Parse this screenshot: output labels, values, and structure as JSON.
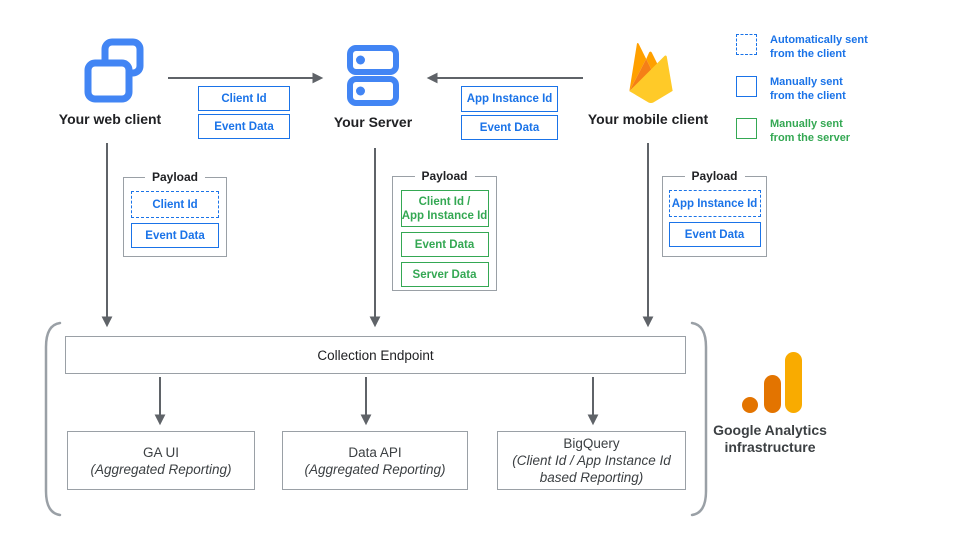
{
  "nodes": {
    "web": {
      "label": "Your web client",
      "icon": "overlapping-windows-icon"
    },
    "server": {
      "label": "Your Server",
      "icon": "server-stack-icon"
    },
    "mobile": {
      "label": "Your mobile client",
      "icon": "firebase-flame-icon"
    }
  },
  "edges": {
    "web_to_server": {
      "labels": [
        {
          "text": "Client Id"
        },
        {
          "text": "Event Data"
        }
      ]
    },
    "mobile_to_server": {
      "labels": [
        {
          "text": "App Instance Id"
        },
        {
          "text": "Event Data"
        }
      ]
    }
  },
  "legend": {
    "items": [
      {
        "line1": "Automatically sent",
        "line2": "from the client",
        "style": "dashed-blue"
      },
      {
        "line1": "Manually sent",
        "line2": "from the client",
        "style": "solid-blue"
      },
      {
        "line1": "Manually sent",
        "line2": "from the server",
        "style": "solid-green"
      }
    ]
  },
  "payloads": {
    "title": "Payload",
    "web": {
      "items": [
        {
          "text": "Client Id",
          "style": "dashed-blue"
        },
        {
          "text": "Event Data",
          "style": "solid-blue"
        }
      ]
    },
    "server": {
      "items": [
        {
          "line1": "Client Id /",
          "line2": "App Instance Id",
          "style": "solid-green"
        },
        {
          "text": "Event Data",
          "style": "solid-green"
        },
        {
          "text": "Server Data",
          "style": "solid-green"
        }
      ]
    },
    "mobile": {
      "items": [
        {
          "text": "App Instance Id",
          "style": "dashed-blue"
        },
        {
          "text": "Event Data",
          "style": "solid-blue"
        }
      ]
    }
  },
  "infrastructure": {
    "endpoint_label": "Collection Endpoint",
    "outputs": [
      {
        "title": "GA UI",
        "subtitle": "(Aggregated Reporting)"
      },
      {
        "title": "Data API",
        "subtitle": "(Aggregated Reporting)"
      },
      {
        "title": "BigQuery",
        "subtitle": "(Client Id / App Instance Id based Reporting)"
      }
    ],
    "brand_line1": "Google Analytics",
    "brand_line2": "infrastructure",
    "brand_icon": "google-analytics-logo"
  },
  "colors": {
    "blue": "#1a73e8",
    "green": "#34a853",
    "icon_blue": "#4285f4",
    "arrow_gray": "#5f6368",
    "border_gray": "#9aa0a6",
    "firebase_yellow": "#ffca28",
    "firebase_orange": "#ffa000",
    "firebase_dark_orange": "#f57f17",
    "ga_orange": "#e37400",
    "ga_amber": "#f9ab00",
    "text_dark": "#202124"
  }
}
